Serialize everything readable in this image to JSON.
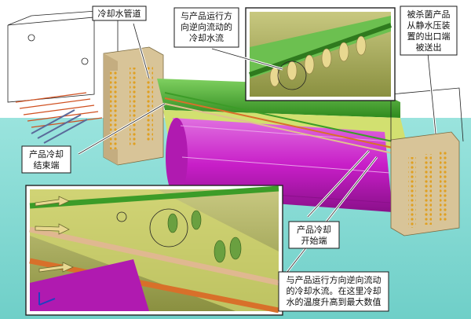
{
  "callouts": {
    "pipe": "冷却水管道",
    "counterflow_top": [
      "与产品运行方",
      "向逆向流动的",
      "冷却水流"
    ],
    "exit": [
      "被杀菌产品",
      "从静水压装",
      "置的出口端",
      "被送出"
    ],
    "cool_end": [
      "产品冷却",
      "结束端"
    ],
    "cool_start": [
      "产品冷却",
      "开始端"
    ],
    "counterflow_bottom": [
      "与产品运行方向逆向流动",
      "的冷却水流。在这里冷却",
      "水的温度升高到最大数值"
    ]
  },
  "colors": {
    "background": "#7fdbd6",
    "chamber": "#d8c498",
    "drum": "#c81ec8",
    "pipe_green": "#3c9c28",
    "pipe_orange": "#d8702a",
    "flow_arrow": "#e8d890"
  }
}
